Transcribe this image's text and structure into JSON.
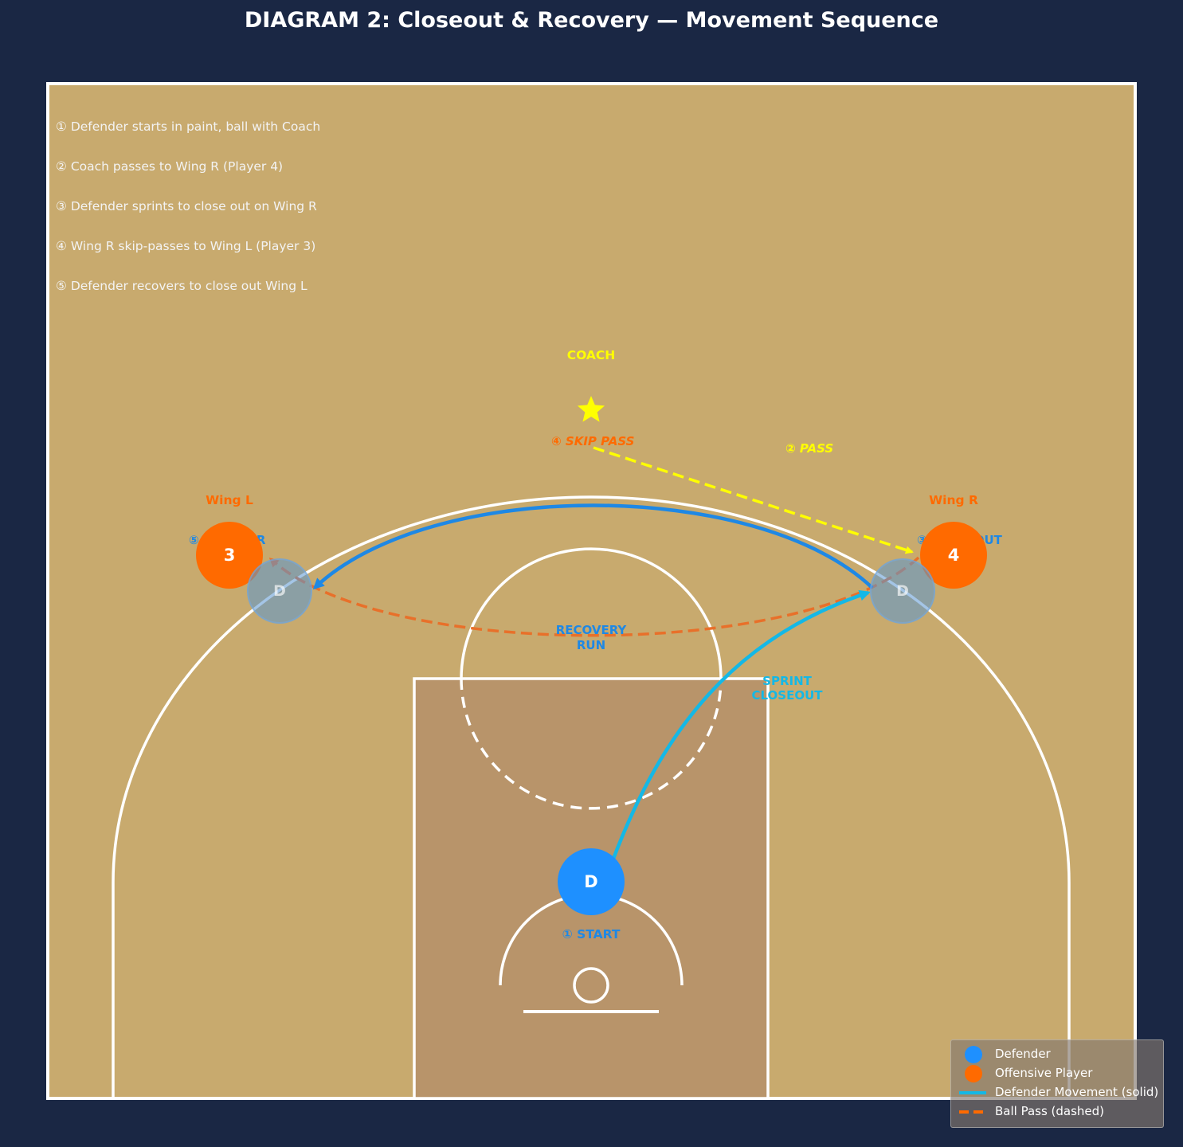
{
  "title": "DIAGRAM 2: Closeout & Recovery — Movement Sequence",
  "colors": {
    "background": "#1a2744",
    "court": "#c8aa6e",
    "paint": "#b8946a",
    "lines": "#ffffff",
    "defender": "#1e90ff",
    "offense": "#ff6a00",
    "coach": "#ffff00",
    "sprint": "#14b8e6",
    "recovery": "#1e88e5",
    "skip_pass": "#ff6a00"
  },
  "steps": [
    "① Defender starts in paint, ball with Coach",
    "② Coach passes to Wing R (Player 4)",
    "③ Defender sprints to close out on Wing R",
    "④ Wing R skip-passes to Wing L (Player 3)",
    "⑤ Defender recovers to close out Wing L"
  ],
  "coach": {
    "label": "COACH",
    "icon": "star-icon"
  },
  "players": {
    "wing_l": {
      "name": "Wing L",
      "number": "3"
    },
    "wing_r": {
      "name": "Wing R",
      "number": "4"
    }
  },
  "defender": {
    "marker": "D",
    "start_label": "① START"
  },
  "ghost_defenders": {
    "marker": "D"
  },
  "movement_labels": {
    "pass": "② PASS",
    "skip_pass": "④ SKIP PASS",
    "sprint": "SPRINT\nCLOSEOUT",
    "recovery": "RECOVERY\nRUN",
    "closeout_partial": "③ CLOSEOUT",
    "recover_partial": "⑤ RECOVER"
  },
  "legend": [
    {
      "label": "Defender",
      "icon": "blue-circle"
    },
    {
      "label": "Offensive Player",
      "icon": "orange-circle"
    },
    {
      "label": "Defender Movement (solid)",
      "icon": "solid-line"
    },
    {
      "label": "Ball Pass (dashed)",
      "icon": "dashed-line"
    }
  ]
}
